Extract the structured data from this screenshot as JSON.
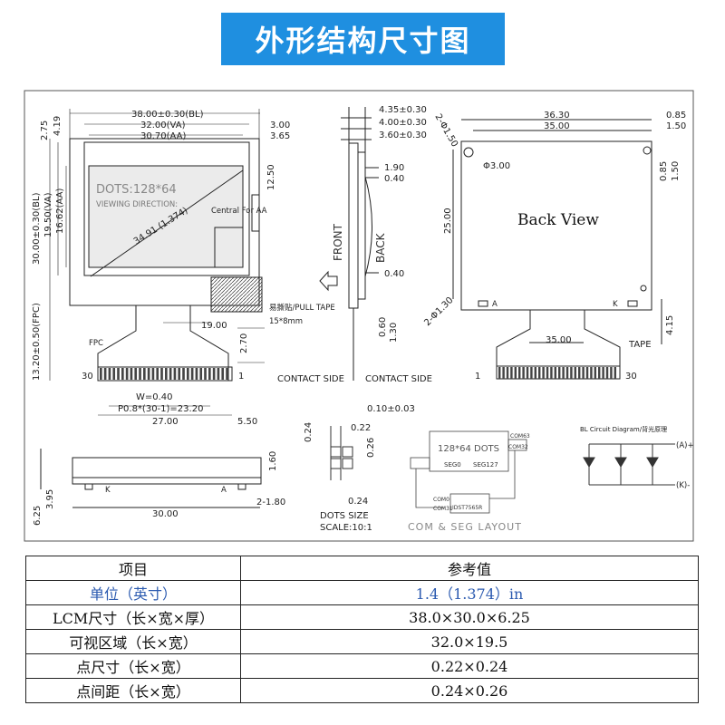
{
  "title": "外形结构尺寸图",
  "front": {
    "dim_bl": "38.00±0.30(BL)",
    "dim_va": "32.00(VA)",
    "dim_aa": "30.70(AA)",
    "dim_300": "3.00",
    "dim_365": "3.65",
    "dim_1250": "12.50",
    "left_275": "2.75",
    "left_419": "4.19",
    "left_bl": "30.00±0.30(BL)",
    "left_va": "19.50(VA)",
    "left_aa": "16.62(AA)",
    "left_fpc": "13.20±0.50(FPC)",
    "display_text": "DOTS:128*64",
    "viewing_text": "VIEWING DIRECTION:",
    "diag_text": "34.91 (1.374)",
    "central_text": "Central For AA",
    "tape_text": "易撕贴/PULL TAPE",
    "tape_size": "15*8mm",
    "dim_1900": "19.00",
    "fpc_label": "FPC",
    "dim_270": "2.70",
    "pin_30": "30",
    "pin_1": "1",
    "w_text": "W=0.40",
    "pitch_text": "P0.8*(30-1)=23.20",
    "dim_2700": "27.00",
    "dim_550": "5.50"
  },
  "side": {
    "d435": "4.35±0.30",
    "d400": "4.00±0.30",
    "d360": "3.60±0.30",
    "d190": "1.90",
    "d040a": "0.40",
    "front": "FRONT",
    "back": "BACK",
    "d040b": "0.40",
    "d060": "0.60",
    "d130": "1.30",
    "contact1": "CONTACT SIDE",
    "contact2": "CONTACT SIDE",
    "d010": "0.10±0.03"
  },
  "back": {
    "title": "Back View",
    "d3630": "36.30",
    "d3500": "35.00",
    "d085": "0.85",
    "d150": "1.50",
    "hole1": "2-Φ1.50",
    "hole2": "Φ3.00",
    "d2500": "25.00",
    "hole3": "2-Φ1.30",
    "a": "A",
    "k": "K",
    "r085": "0.85",
    "r150": "1.50",
    "d3500b": "35.00",
    "tape": "TAPE",
    "d415": "4.15",
    "pin1": "1",
    "pin30": "30"
  },
  "bottom": {
    "d600": "6.25",
    "d395": "3.95",
    "d160": "1.60",
    "k": "K",
    "a": "A",
    "d180": "2-1.80",
    "d3000": "30.00"
  },
  "dots": {
    "d024": "0.24",
    "d022": "0.22",
    "d026": "0.26",
    "d024b": "0.24",
    "label1": "DOTS SIZE",
    "label2": "SCALE:10:1"
  },
  "com": {
    "dots": "128*64 DOTS",
    "com63": "COM63",
    "com32": "COM32",
    "com31": "COM31",
    "com0": "COM0",
    "seg0": "SEG0",
    "seg127": "SEG127",
    "ic": "IDST7565R",
    "label": "COM & SEG LAYOUT"
  },
  "bl": {
    "title": "BL Circuit Diagram/背光原理",
    "anode": "(A)+",
    "cathode": "(K)-"
  },
  "table": {
    "header": [
      "项目",
      "参考值"
    ],
    "rows": [
      [
        "单位（英寸）",
        "1.4（1.374）in"
      ],
      [
        "LCM尺寸（长×宽×厚）",
        "38.0×30.0×6.25"
      ],
      [
        "可视区域（长×宽）",
        "32.0×19.5"
      ],
      [
        "点尺寸（长×宽）",
        "0.22×0.24"
      ],
      [
        "点间距（长×宽）",
        "0.24×0.26"
      ]
    ]
  }
}
